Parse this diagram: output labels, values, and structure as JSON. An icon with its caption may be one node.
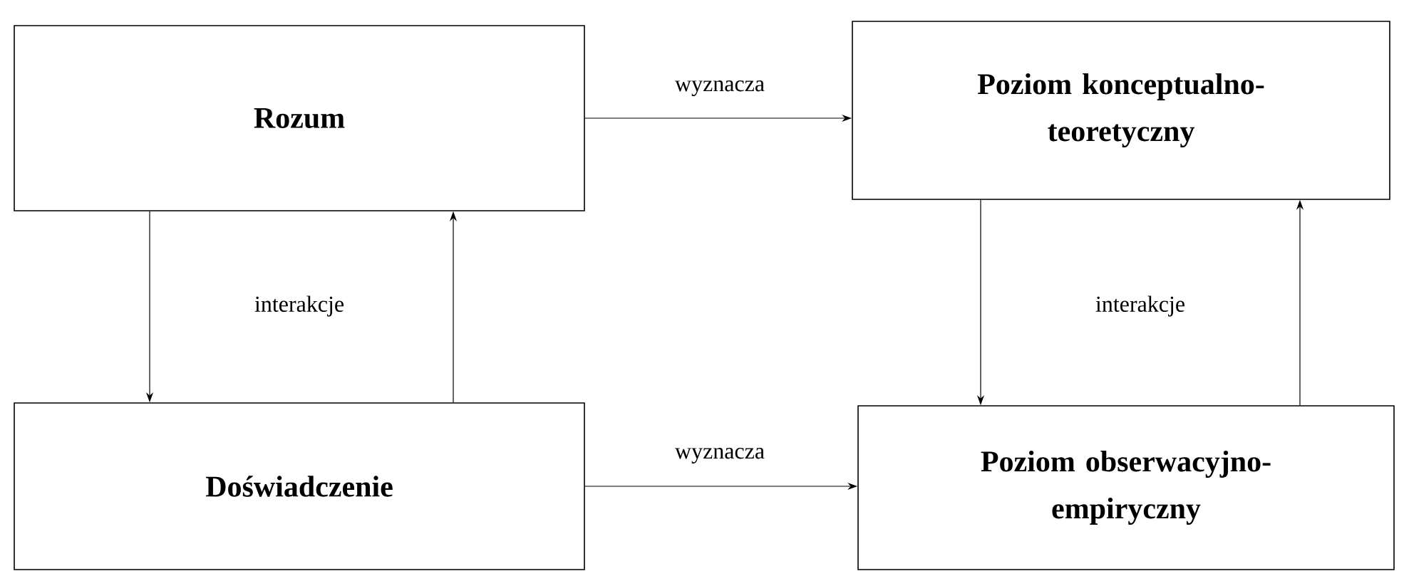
{
  "diagram": {
    "nodes": [
      {
        "text": [
          "Rozum"
        ]
      },
      {
        "text": [
          "Poziom konceptualno-teoretyczny"
        ]
      },
      {
        "text": [
          "Doświadczenie"
        ]
      },
      {
        "text": [
          "Poziom obserwacyjno-empiryczny"
        ]
      }
    ],
    "edges": [
      {
        "from": 0,
        "to": 1,
        "arrow": "to",
        "label": "wyznacza"
      },
      {
        "from": 2,
        "to": 3,
        "arrow": "to",
        "label": "wyznacza"
      },
      {
        "from": 0,
        "to": 2,
        "arrow": "to"
      },
      {
        "from": 2,
        "to": 0,
        "arrow": "to"
      },
      {
        "from": 1,
        "to": 3,
        "arrow": "to"
      },
      {
        "from": 3,
        "to": 1,
        "arrow": "to"
      }
    ],
    "labels": [
      "interakcje",
      "interakcje"
    ]
  }
}
